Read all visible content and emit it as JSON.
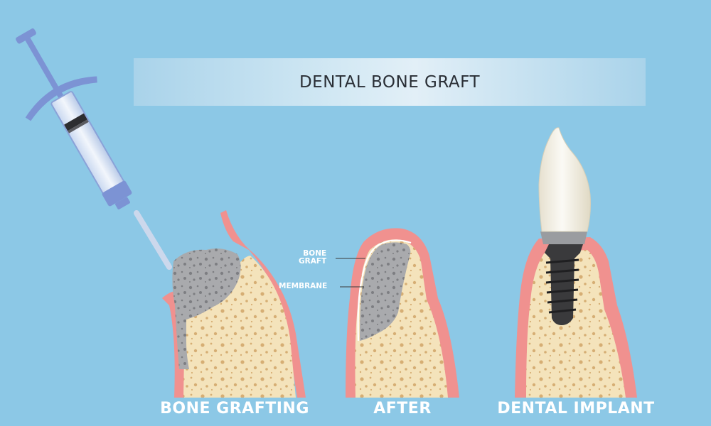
{
  "title": "DENTAL BONE GRAFT",
  "stages": {
    "grafting": "BONE GRAFTING",
    "after": "AFTER",
    "implant": "DENTAL IMPLANT"
  },
  "callouts": {
    "bone_graft_line1": "BONE",
    "bone_graft_line2": "GRAFT",
    "membrane": "MEMBRANE"
  },
  "colors": {
    "background": "#8cc8e6",
    "gum": "#f0918f",
    "bone": "#f4e3bb",
    "graft": "#a9aaad",
    "implant": "#3a3a3c"
  }
}
